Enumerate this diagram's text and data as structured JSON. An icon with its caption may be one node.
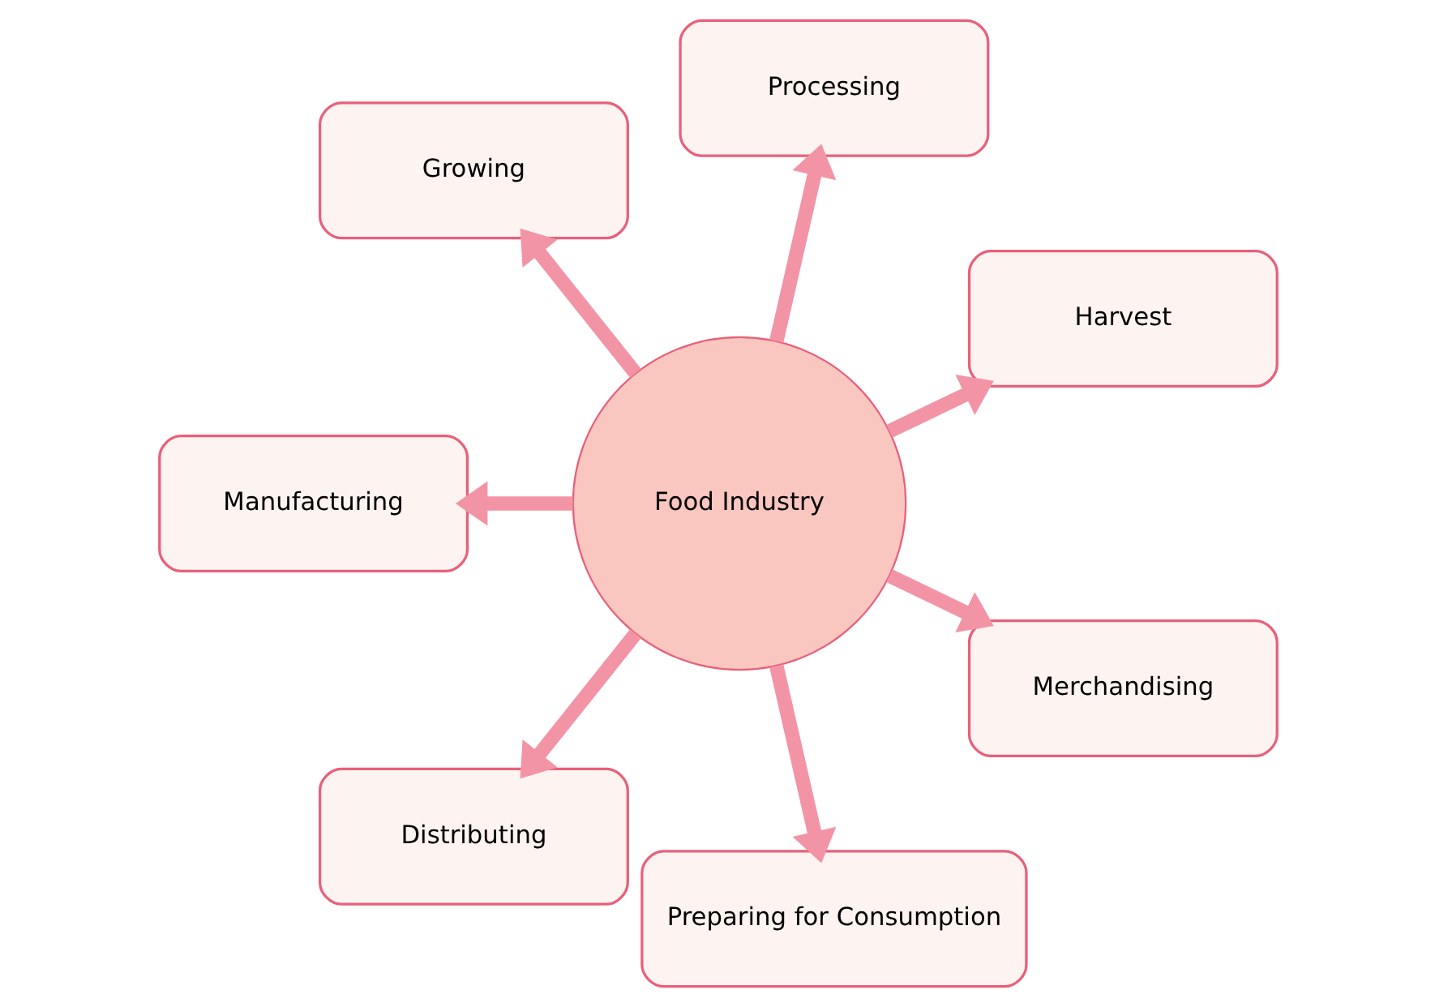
{
  "diagram": {
    "nodes": [
      {
        "text": [
          "Harvest"
        ]
      },
      {
        "text": [
          "Processing"
        ]
      },
      {
        "text": [
          "Growing"
        ]
      },
      {
        "text": [
          "Manufacturing"
        ]
      },
      {
        "text": [
          "Food Industry"
        ]
      },
      {
        "text": [
          "Distributing"
        ]
      },
      {
        "text": [
          "Preparing for Consumption"
        ]
      },
      {
        "text": [
          "Merchandising"
        ]
      }
    ],
    "edges": [
      {
        "from": 4,
        "to": 0,
        "arrow": "to"
      },
      {
        "from": 4,
        "to": 1,
        "arrow": "to"
      },
      {
        "from": 4,
        "to": 3,
        "arrow": "to"
      },
      {
        "from": 4,
        "to": 5,
        "arrow": "to"
      },
      {
        "from": 4,
        "to": 7,
        "arrow": "to"
      },
      {
        "from": 4,
        "to": 6,
        "arrow": "to"
      },
      {
        "from": 4,
        "to": 2,
        "arrow": "to"
      }
    ]
  }
}
